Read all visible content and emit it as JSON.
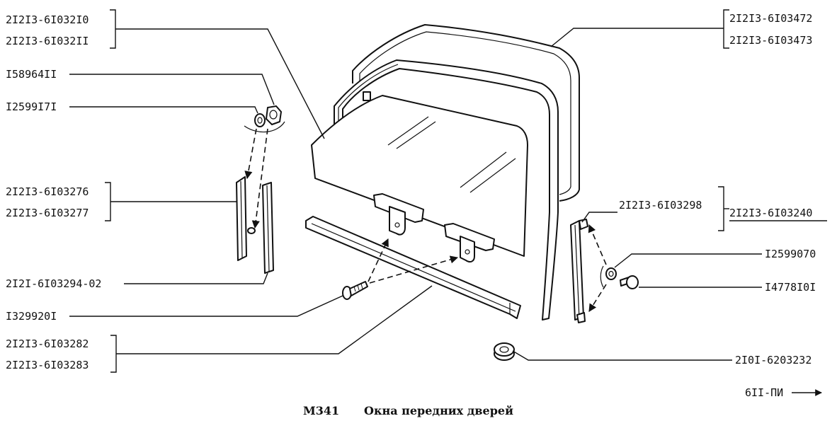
{
  "labels": {
    "l1": "2I2I3-6I032I0",
    "l2": "2I2I3-6I032II",
    "l3": "I58964II",
    "l4": "I2599I7I",
    "l5": "2I2I3-6I03276",
    "l6": "2I2I3-6I03277",
    "l7": "2I2I-6I03294-02",
    "l8": "I329920I",
    "l9": "2I2I3-6I03282",
    "l10": "2I2I3-6I03283",
    "r1": "2I2I3-6I03472",
    "r2": "2I2I3-6I03473",
    "r3": "2I2I3-6I03298",
    "r4": "2I2I3-6I03240",
    "r5": "I2599070",
    "r6": "I4778I0I",
    "r7": "2I0I-6203232"
  },
  "page_ref": "6II-ПИ",
  "caption": {
    "code": "M341",
    "title": "Окна передних дверей"
  }
}
